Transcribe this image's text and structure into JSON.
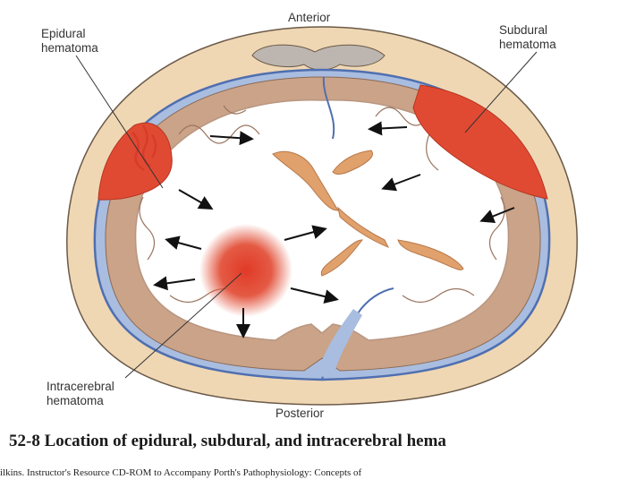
{
  "labels": {
    "anterior": "Anterior",
    "posterior": "Posterior",
    "epidural": [
      "Epidural",
      "hematoma"
    ],
    "subdural": [
      "Subdural",
      "hematoma"
    ],
    "intracerebral": [
      "Intracerebral",
      "hematoma"
    ]
  },
  "caption": "52-8 Location of epidural, subdural, and intracerebral hema",
  "credit": "ilkins. Instructor's Resource CD-ROM to Accompany Porth's Pathophysiology: Concepts of",
  "colors": {
    "skull": "#efd7b4",
    "skull_outline": "#6b5a48",
    "dura": "#4f6fb0",
    "csf": "#a9bde0",
    "brain": "#caa388",
    "white_matter": "#ffffff",
    "ventricle": "#e0a16c",
    "hematoma": "#e04a33"
  }
}
